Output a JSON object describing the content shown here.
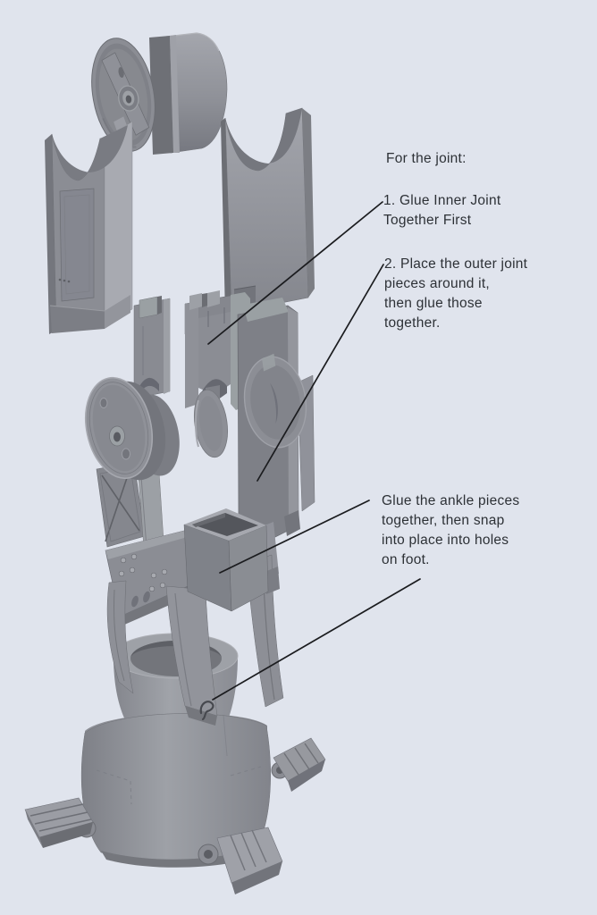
{
  "annotations": {
    "joint_header": {
      "text": "For the joint:"
    },
    "joint_step_1": {
      "text": "1. Glue Inner Joint\nTogether First",
      "points_to": "inner-joint"
    },
    "joint_step_2": {
      "text": "2. Place the outer joint\npieces around it,\nthen glue those\ntogether.",
      "points_to": "outer-joint-plate"
    },
    "ankle_note": {
      "text": "Glue the ankle pieces\ntogether, then snap\ninto place into holes\non foot.",
      "points_to": [
        "ankle-piece",
        "foot-hole"
      ]
    }
  },
  "colors": {
    "background": "#E0E4ED",
    "text": "#2D3136",
    "leader_line": "#1B1C1F",
    "model_lightest": "#A9ABB2",
    "model_light": "#9DA0A6",
    "model_mid": "#8F9198",
    "model_dark": "#7B7D84",
    "model_darker": "#6C6E74",
    "model_shadow": "#55575D"
  },
  "model_parts": [
    "wheel",
    "upper-leg-left-half",
    "upper-leg-right-half",
    "inner-joint",
    "inner-joint-disc",
    "knee-disc",
    "outer-joint-plate",
    "lower-leg",
    "ankle-piece",
    "foot-base",
    "foot-pads"
  ]
}
